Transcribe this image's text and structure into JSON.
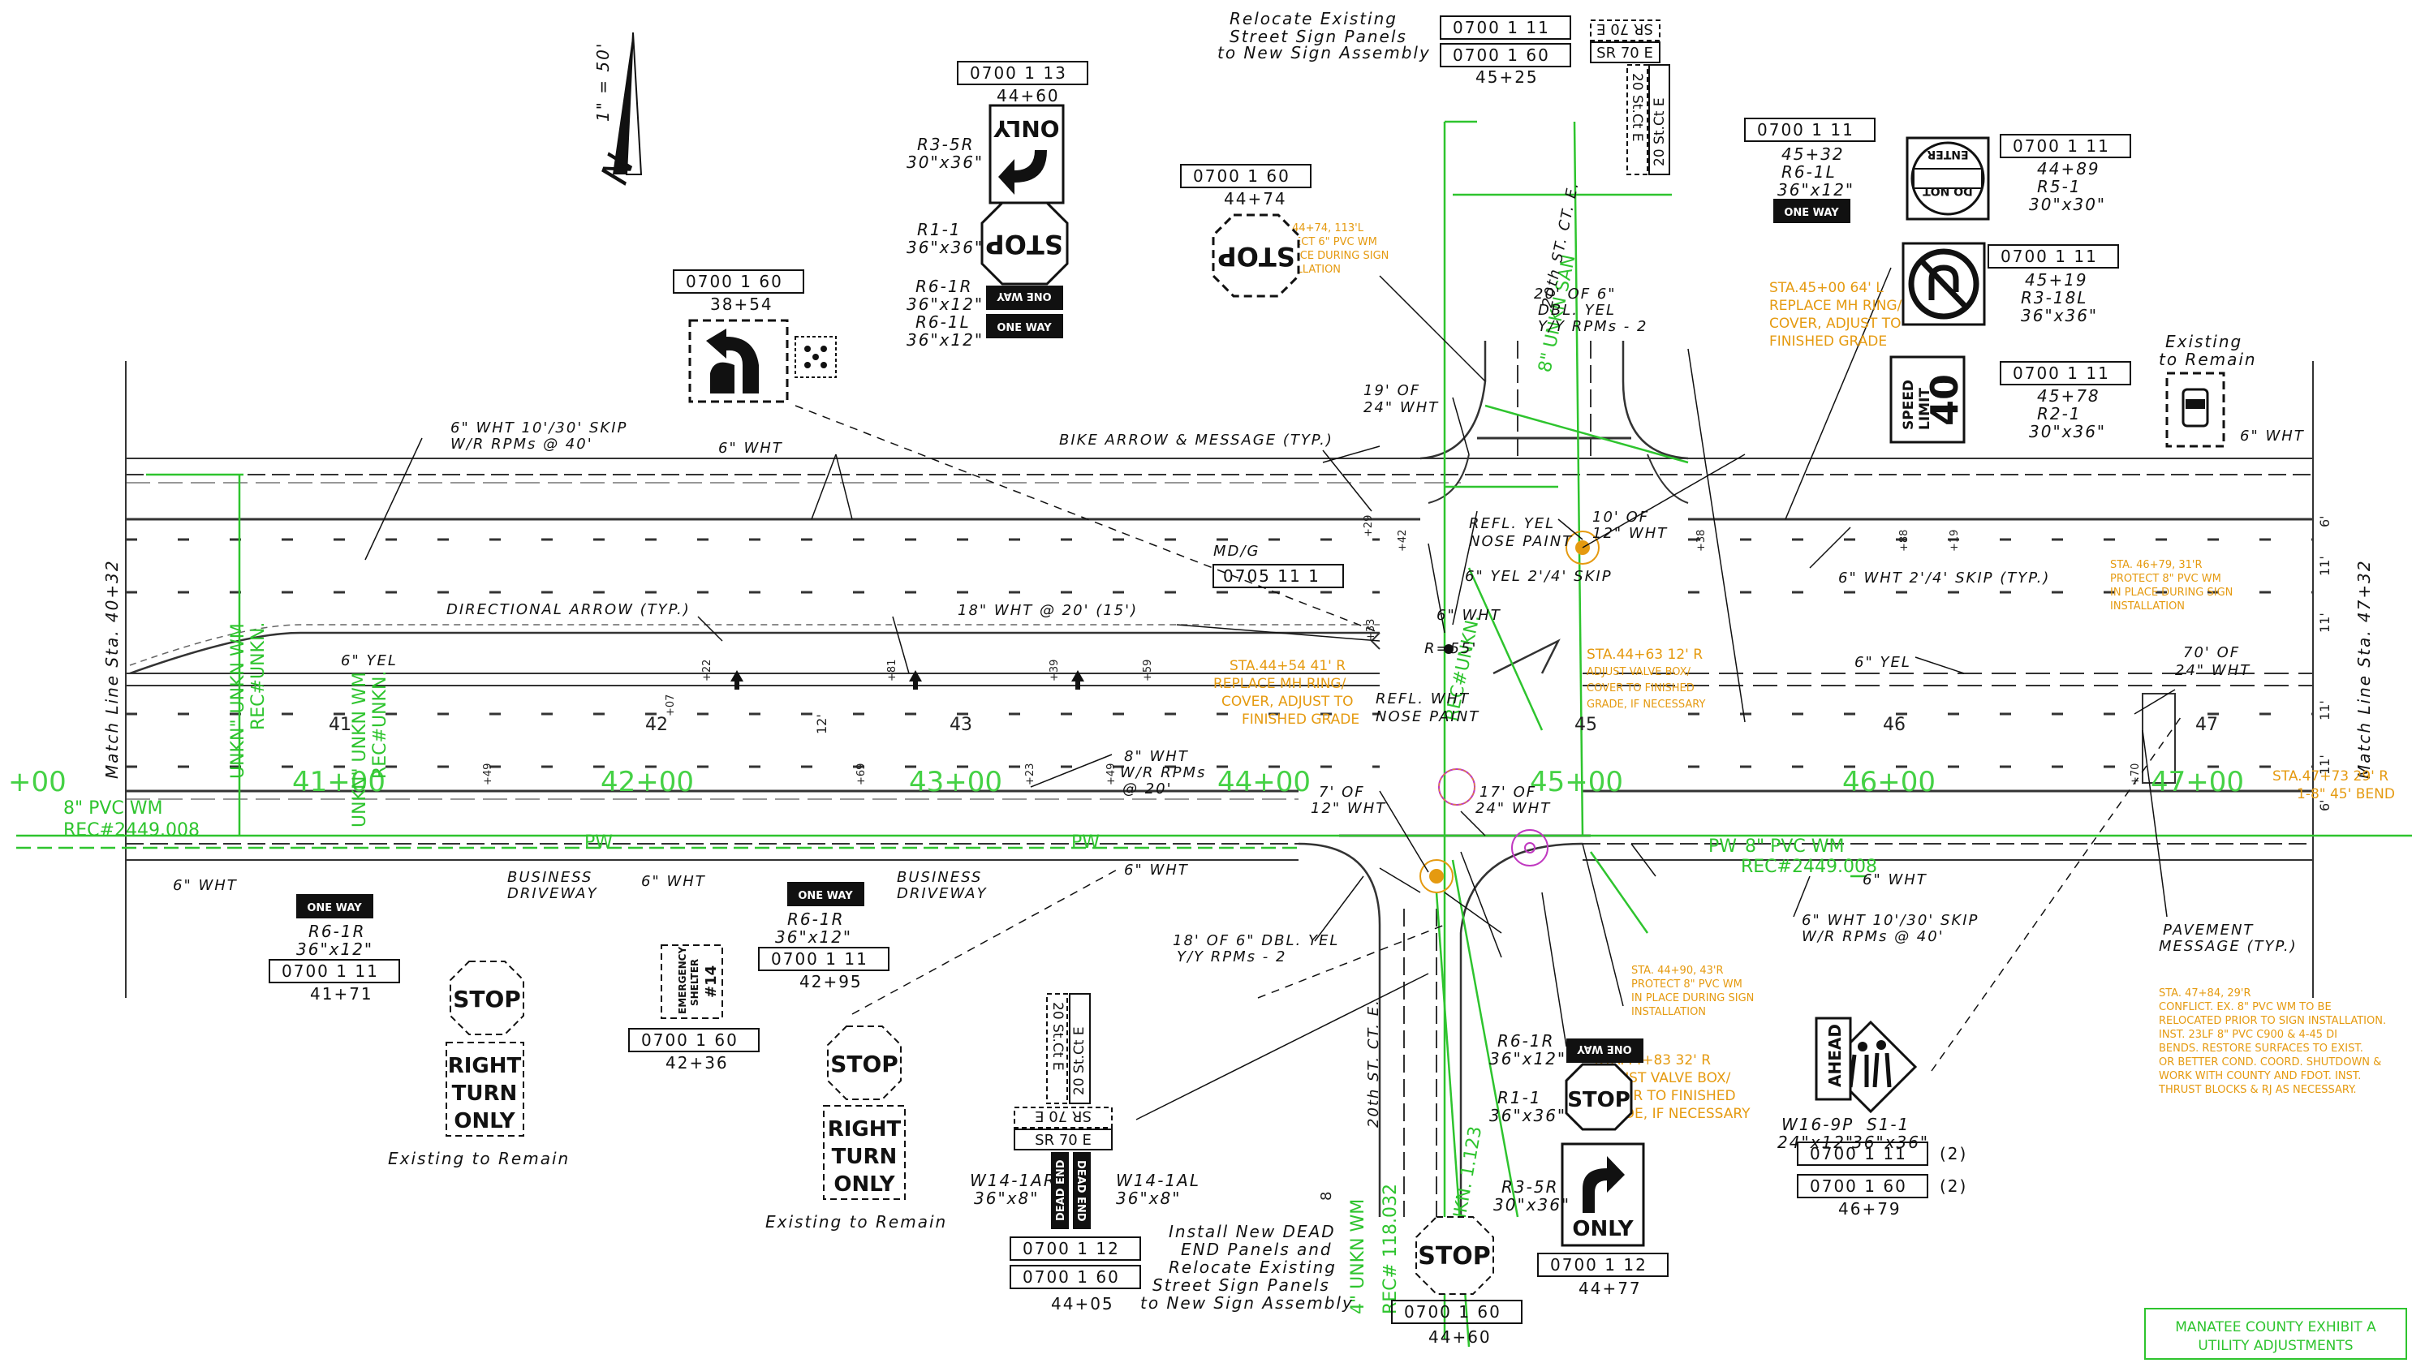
{
  "north": {
    "scale": "1\" = 50'",
    "letter": "N"
  },
  "match_left": "Match Line Sta. 40+32",
  "match_right": "Match Line Sta. 47+32",
  "stations": [
    "41",
    "42",
    "43",
    "45",
    "46",
    "47"
  ],
  "green_stations": [
    "+00",
    "41+00",
    "42+00",
    "43+00",
    "44+00",
    "45+00",
    "46+00",
    "47+00"
  ],
  "utility": {
    "pvc_left": "8\" PVC WM",
    "rec_left": "REC#2449.008",
    "pvc_right": "8\" PVC WM",
    "rec_right": "REC#2449.008",
    "unkn_wm": "4\" UNKN WM",
    "pw": "PW",
    "unkn_a": "UNKN\" UNKN WM",
    "unkn_b": "REC#UNKN.",
    "unkn_san": "8\" UNKN SAN",
    "unkn_san2": "REC#UNKN. 1.123",
    "rec_118": "REC# 118.032"
  },
  "orange_notes": {
    "n1": [
      "STA. 44+74, 113'L",
      "PROTECT 6\" PVC WM",
      "IN PLACE DURING SIGN",
      "INSTALLATION"
    ],
    "n2": [
      "STA.45+00 64' L",
      "REPLACE MH RING/",
      "COVER, ADJUST TO",
      "FINISHED GRADE"
    ],
    "n3": [
      "STA.44+54 41' R",
      "REPLACE MH RING/",
      "COVER, ADJUST TO",
      "FINISHED GRADE"
    ],
    "n4": [
      "STA.44+63 12' R",
      "ADJUST VALVE BOX/",
      "COVER TO FINISHED",
      "GRADE, IF NECESSARY"
    ],
    "n5": [
      "STA. 46+79, 31'R",
      "PROTECT 8\" PVC WM",
      "IN PLACE DURING SIGN",
      "INSTALLATION"
    ],
    "n6": [
      "STA.47+73 29' R",
      "1-8\" 45' BEND"
    ],
    "n7": [
      "STA. 44+90, 43'R",
      "PROTECT 8\" PVC WM",
      "IN PLACE DURING SIGN",
      "INSTALLATION"
    ],
    "n8": [
      "STA.44+83 32' R",
      "ADJUST VALVE BOX/",
      "COVER TO FINISHED",
      "GRADE, IF NECESSARY"
    ],
    "n9": [
      "STA. 47+84, 29'R",
      "CONFLICT. EX. 8\" PVC WM TO BE",
      "RELOCATED PRIOR TO SIGN INSTALLATION.",
      "INST. 23LF 8\" PVC C900 & 4-45 DI",
      "BENDS. RESTORE SURFACES TO EXIST.",
      "OR BETTER COND. COORD. SHUTDOWN &",
      "WORK WITH COUNTY AND FDOT. INST.",
      "THRUST BLOCKS & RJ AS NECESSARY."
    ]
  },
  "sign_text": {
    "only": "ONLY",
    "stop": "STOP",
    "one_way": "ONE WAY",
    "do_not_enter_1": "DO NOT",
    "do_not_enter_2": "ENTER",
    "speed": "SPEED",
    "limit": "LIMIT",
    "speed_value": "40",
    "right": "RIGHT",
    "turn": "TURN",
    "ahead": "AHEAD",
    "street_20": "20 St.Ct E",
    "street_sr70": "SR 70 E",
    "sr70_top": "SR 70 E",
    "dead_end": "DEAD END",
    "shelter_1": "EMERGENCY",
    "shelter_2": "SHELTER",
    "shelter_3": "#14"
  },
  "callouts": {
    "t01": "Relocate Existing",
    "t02": "Street Sign Panels",
    "t03": "to New Sign Assembly",
    "t04": "0700   1 11",
    "t05": "0700   1 60",
    "t06": "45+25",
    "t07": "0700   1 13",
    "t08": "44+60",
    "t09": "R3-5R",
    "t10": "30\"x36\"",
    "t11": "R1-1",
    "t12": "36\"x36\"",
    "t13": "R6-1R",
    "t14": "36\"x12\"",
    "t15": "R6-1L",
    "t16": "36\"x12\"",
    "t17": "0700   1 60",
    "t18": "44+74",
    "t19": "0700   1 60",
    "t20": "38+54",
    "t21": "0700   1 11",
    "t22": "45+32",
    "t23": "R6-1L",
    "t24": "36\"x12\"",
    "t25": "0700   1 11",
    "t26": "44+89",
    "t27": "R5-1",
    "t28": "30\"x30\"",
    "t29": "0700   1 11",
    "t30": "45+19",
    "t31": "R3-18L",
    "t32": "36\"x36\"",
    "t33": "0700   1 11",
    "t34": "45+78",
    "t35": "R2-1",
    "t36": "30\"x36\"",
    "t37": "Existing",
    "t38": "to Remain",
    "t39": "6\" WHT",
    "t40": "6\" WHT 10'/30' SKIP",
    "t41": "W/R RPMs @ 40'",
    "t42": "6\" WHT",
    "t43": "20' OF 6\"",
    "t44": "DBL. YEL",
    "t45": "Y/Y RPMs - 2",
    "t46": "19' OF",
    "t47": "24\" WHT",
    "t48": "BIKE ARROW & MESSAGE (TYP.)",
    "t49": "REFL. YEL",
    "t50": "NOSE PAINT",
    "t51": "10' OF",
    "t52": "12\" WHT",
    "t53": "MD/G",
    "t54": "0705 11  1",
    "t55": "6\" YEL 2'/4' SKIP",
    "t56": "6\" WHT 2'/4' SKIP (TYP.)",
    "t57": "DIRECTIONAL ARROW (TYP.)",
    "t58": "18\" WHT @ 20' (15')",
    "t59": "6\" WHT",
    "t60": "R=55'",
    "t61": "6\" YEL",
    "t62": "6\" YEL",
    "t63": "70' OF",
    "t64": "24\" WHT",
    "t65": "REFL. WHT",
    "t66": "NOSE PAINT",
    "t67": "8\" WHT",
    "t68": "W/R RPMs",
    "t69": "@ 20'",
    "t70": "7' OF",
    "t71": "12\" WHT",
    "t72": "17' OF",
    "t73": "24\" WHT",
    "t74": "6\" WHT",
    "t75": "BUSINESS",
    "t76": "DRIVEWAY",
    "t77": "6\" WHT",
    "t78": "BUSINESS",
    "t79": "DRIVEWAY",
    "t80": "6\" WHT",
    "t81": "6\" WHT",
    "t82": "6\" WHT 10'/30' SKIP",
    "t83": "W/R RPMs @ 40'",
    "t84": "PAVEMENT",
    "t85": "MESSAGE (TYP.)",
    "t86": "R6-1R",
    "t87": "36\"x12\"",
    "t88": "0700   1 11",
    "t89": "41+71",
    "t90": "R6-1R",
    "t91": "36\"x12\"",
    "t92": "0700   1 11",
    "t93": "42+95",
    "t94": "0700   1 60",
    "t95": "42+36",
    "t96": "Existing to Remain",
    "t97": "Existing to Remain",
    "t98": "18' OF 6\" DBL. YEL",
    "t99": "Y/Y RPMs - 2",
    "t100": "W14-1AR",
    "t101": "36\"x8\"",
    "t102": "W14-1AL",
    "t103": "36\"x8\"",
    "t104": "0700   1 12",
    "t105": "0700   1 60",
    "t106": "44+05",
    "t107": "Install New DEAD",
    "t108": "END Panels and",
    "t109": "Relocate Existing",
    "t110": "Street Sign Panels",
    "t111": "to New Sign Assembly",
    "t112": "20th ST. CT. E.",
    "t113": "0700   1 60",
    "t114": "44+60",
    "t115": "R6-1R",
    "t116": "36\"x12\"",
    "t117": "R1-1",
    "t118": "36\"x36\"",
    "t119": "R3-5R",
    "t120": "30\"x36\"",
    "t121": "0700   1 12",
    "t122": "44+77",
    "t123": "W16-9P",
    "t124": "24\"x12\"",
    "t125": "S1-1",
    "t126": "36\"x36\"",
    "t127": "0700   1 11",
    "t128": "(2)",
    "t129": "0700   1 60",
    "t130": "(2)",
    "t131": "46+79",
    "t132": "20th ST. CT. E.",
    "t133": "+42",
    "t134": "+38",
    "t135": "+88",
    "t136": "+19",
    "t137": "+33",
    "t138": "+22",
    "t139": "+81",
    "t140": "+39",
    "t141": "+59",
    "t142": "+07",
    "t143": "+49",
    "t144": "+69",
    "t145": "+49",
    "t146": "+23",
    "t147": "+70",
    "t148": "+29",
    "t149": "8",
    "lane1": "11'",
    "lane2": "11'",
    "lane3": "11'",
    "lane4": "11'",
    "lane5": "6'",
    "lane6": "6'",
    "lane7": "12'"
  },
  "exhibit": {
    "line1": "MANATEE COUNTY EXHIBIT A",
    "line2": "UTILITY ADJUSTMENTS"
  }
}
